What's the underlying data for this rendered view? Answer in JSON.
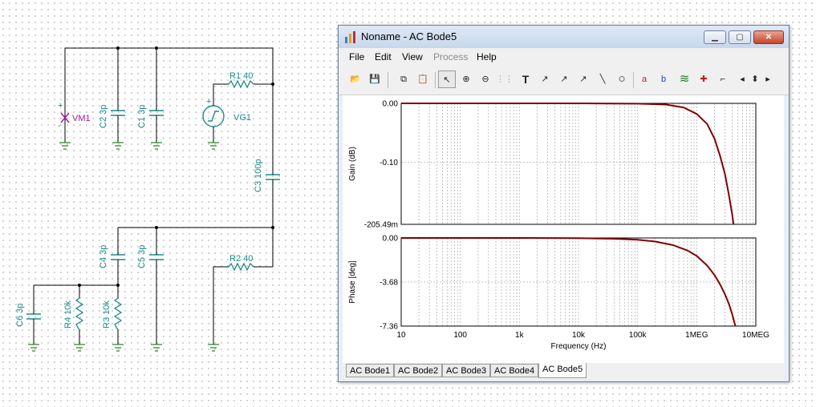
{
  "schematic": {
    "components": {
      "vm1": "VM1",
      "c2": "C2 3p",
      "c1": "C1 3p",
      "r1": "R1 40",
      "vg1": "VG1",
      "c3": "C3 100p",
      "c4": "C4 3p",
      "c5": "C5 3p",
      "r2": "R2 40",
      "c6": "C6 3p",
      "r4": "R4 10k",
      "r3": "R3 10k"
    },
    "plus_sign": "+",
    "minus_sign": "-"
  },
  "window": {
    "title": "Noname - AC Bode5",
    "controls": {
      "minimize": "▁",
      "maximize": "▢",
      "close": "✕"
    },
    "menu": [
      "File",
      "Edit",
      "View",
      "Process",
      "Help"
    ],
    "menu_disabled": [
      "Process"
    ],
    "toolbar": [
      {
        "name": "open-icon",
        "glyph": "📂"
      },
      {
        "name": "save-icon",
        "glyph": "💾"
      },
      {
        "name": "copy-icon",
        "glyph": "⧉"
      },
      {
        "name": "paste-icon",
        "glyph": "📋"
      },
      {
        "name": "pointer-icon",
        "glyph": "↖"
      },
      {
        "name": "zoom-in-icon",
        "glyph": "⊕"
      },
      {
        "name": "zoom-out-icon",
        "glyph": "⊖"
      },
      {
        "name": "grid-icon",
        "glyph": "⋮⋮"
      },
      {
        "name": "text-icon",
        "glyph": "T"
      },
      {
        "name": "annotate-curve-icon",
        "glyph": "↗"
      },
      {
        "name": "annotate-curve2-icon",
        "glyph": "↗"
      },
      {
        "name": "annotate-curve3-icon",
        "glyph": "↗"
      },
      {
        "name": "line-icon",
        "glyph": "╲"
      },
      {
        "name": "circle-icon",
        "glyph": "○"
      },
      {
        "name": "cursor-a-icon",
        "glyph": "a"
      },
      {
        "name": "cursor-b-icon",
        "glyph": "b"
      },
      {
        "name": "curves-icon",
        "glyph": "≋"
      },
      {
        "name": "marker-icon",
        "glyph": "✚"
      },
      {
        "name": "angle-icon",
        "glyph": "⌐"
      },
      {
        "name": "scroll-left-icon",
        "glyph": "◂"
      },
      {
        "name": "scroll-updown-icon",
        "glyph": "⬍"
      },
      {
        "name": "scroll-right-icon",
        "glyph": "▸"
      }
    ],
    "tabs": [
      "AC Bode1",
      "AC Bode2",
      "AC Bode3",
      "AC Bode4",
      "AC Bode5"
    ],
    "active_tab": "AC Bode5"
  },
  "colors": {
    "curve": "#800000",
    "schematic_wire": "#000000",
    "component": "#1f8a8a",
    "ground": "#208020",
    "meter": "#a020a0"
  },
  "chart_data": [
    {
      "type": "line",
      "ylabel": "Gain (dB)",
      "xscale": "log",
      "xlim": [
        10,
        10000000
      ],
      "ylim": [
        -0.20549,
        0.0
      ],
      "yticks": [
        "0.00",
        "-0.10",
        "-205.49m"
      ],
      "ytick_values": [
        0.0,
        -0.1,
        -0.20549
      ],
      "grid": true,
      "series": [
        {
          "x": [
            10,
            100,
            1000,
            10000,
            100000,
            300000,
            600000,
            1000000,
            1500000,
            2000000,
            2500000,
            3000000,
            3500000,
            4000000,
            4200000
          ],
          "y": [
            0.0,
            0.0,
            0.0,
            0.0,
            -0.0005,
            -0.002,
            -0.007,
            -0.018,
            -0.035,
            -0.06,
            -0.09,
            -0.12,
            -0.155,
            -0.19,
            -0.2055
          ]
        }
      ]
    },
    {
      "type": "line",
      "ylabel": "Phase [deg]",
      "xlabel": "Frequency (Hz)",
      "xscale": "log",
      "xlim": [
        10,
        10000000
      ],
      "ylim": [
        -7.36,
        0.0
      ],
      "yticks": [
        "0.00",
        "-3.68",
        "-7.36"
      ],
      "ytick_values": [
        0.0,
        -3.68,
        -7.36
      ],
      "xticks": [
        "10",
        "100",
        "1k",
        "10k",
        "100k",
        "1MEG",
        "10MEG"
      ],
      "xtick_values": [
        10,
        100,
        1000,
        10000,
        100000,
        1000000,
        10000000
      ],
      "grid": true,
      "series": [
        {
          "x": [
            10,
            100,
            1000,
            10000,
            50000,
            100000,
            200000,
            400000,
            700000,
            1000000,
            1500000,
            2000000,
            2500000,
            3000000,
            3500000,
            4000000,
            4500000
          ],
          "y": [
            0.0,
            0.0,
            0.0,
            -0.02,
            -0.08,
            -0.15,
            -0.3,
            -0.6,
            -1.05,
            -1.5,
            -2.3,
            -3.1,
            -3.9,
            -4.7,
            -5.5,
            -6.4,
            -7.36
          ]
        }
      ]
    }
  ]
}
